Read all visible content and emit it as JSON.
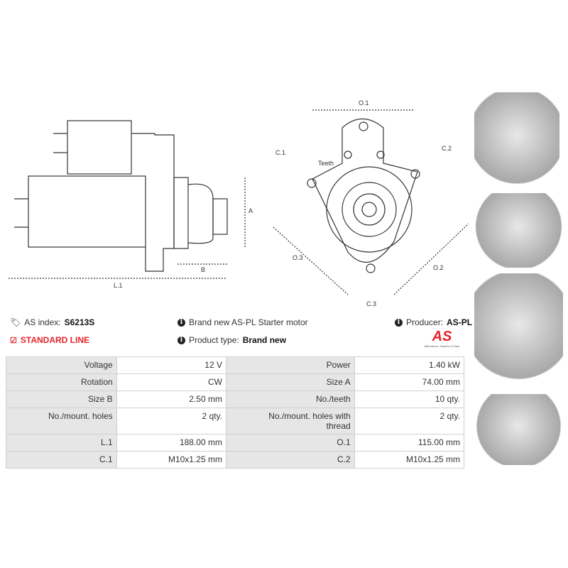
{
  "drawing": {
    "labels": {
      "a": "A",
      "b": "B",
      "l1": "L.1",
      "o1": "O.1",
      "c1": "C.1",
      "c2": "C.2",
      "c3": "C.3",
      "o2": "O.2",
      "o3": "O.3",
      "teeth": "Teeth"
    }
  },
  "info": {
    "as_index_label": "AS index:",
    "as_index_value": "S6213S",
    "standard_line": "STANDARD LINE",
    "description": "Brand new AS-PL Starter motor",
    "product_type_label": "Product type:",
    "product_type_value": "Brand new",
    "producer_label": "Producer:",
    "producer_value": "AS-PL",
    "logo_text": "AS",
    "logo_tagline": "Alternators, Starters & Parts"
  },
  "specs": [
    {
      "l1": "Voltage",
      "v1": "12 V",
      "l2": "Power",
      "v2": "1.40 kW"
    },
    {
      "l1": "Rotation",
      "v1": "CW",
      "l2": "Size A",
      "v2": "74.00 mm"
    },
    {
      "l1": "Size B",
      "v1": "2.50 mm",
      "l2": "No./teeth",
      "v2": "10 qty."
    },
    {
      "l1": "No./mount. holes",
      "v1": "2 qty.",
      "l2": "No./mount. holes with thread",
      "v2": "2 qty."
    },
    {
      "l1": "L.1",
      "v1": "188.00 mm",
      "l2": "O.1",
      "v2": "115.00 mm"
    },
    {
      "l1": "C.1",
      "v1": "M10x1.25 mm",
      "l2": "C.2",
      "v2": "M10x1.25 mm"
    }
  ],
  "colors": {
    "accent": "#e3242b",
    "label_bg": "#e6e6e6"
  }
}
